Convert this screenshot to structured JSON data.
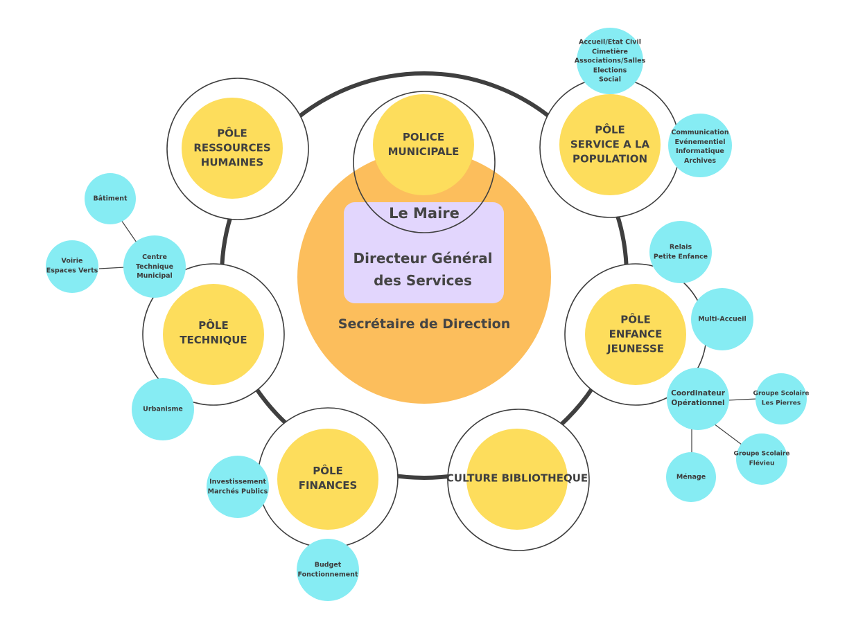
{
  "center": {
    "maire": "Le Maire",
    "dgs": "Directeur Général\ndes Services",
    "secretaire": "Secrétaire de Direction"
  },
  "poles": {
    "police": "POLICE\nMUNICIPALE",
    "rh": "PÔLE\nRESSOURCES\nHUMAINES",
    "population": "PÔLE\nSERVICE A LA\nPOPULATION",
    "technique": "PÔLE\nTECHNIQUE",
    "enfance": "PÔLE\nENFANCE\nJEUNESSE",
    "finances": "PÔLE\nFINANCES",
    "culture": "CULTURE\nBIBLIOTHEQUE"
  },
  "services": {
    "accueil": "Accueil/Etat Civil\nCimetière\nAssociations/Salles\nElections\nSocial",
    "communication": "Communication\nEvénementiel\nInformatique\nArchives",
    "relais": "Relais\nPetite Enfance",
    "multi_accueil": "Multi-Accueil",
    "coordinateur": "Coordinateur\nOpérationnel",
    "gs_pierres": "Groupe Scolaire\nLes Pierres",
    "gs_flevieu": "Groupe Scolaire\nFlévieu",
    "menage": "Ménage",
    "batiment": "Bâtiment",
    "ctm": "Centre\nTechnique\nMunicipal",
    "voirie": "Voirie\nEspaces Verts",
    "urbanisme": "Urbanisme",
    "investissement": "Investissement\nMarchés Publics",
    "budget": "Budget\nFonctionnement"
  },
  "colors": {
    "center_circle": "#fcbe5c",
    "center_box": "#e2d6fd",
    "pole_fill": "#fddd5c",
    "service_fill": "#86ecf3",
    "ring_stroke": "#3f3f3f"
  }
}
